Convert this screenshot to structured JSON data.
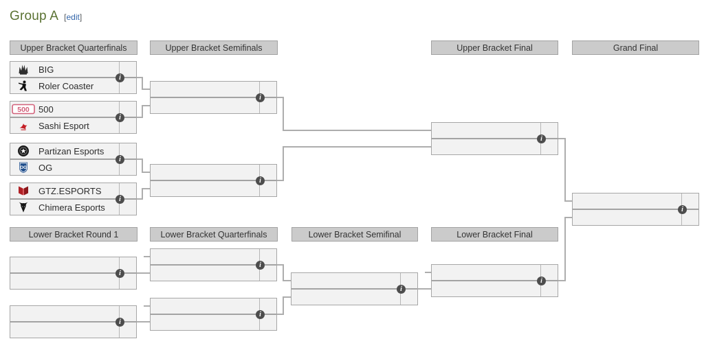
{
  "page": {
    "title": "Group A",
    "edit": "edit",
    "edit_open_bracket": "[",
    "edit_close_bracket": "]"
  },
  "headers": {
    "upper": [
      "Upper Bracket Quarterfinals",
      "Upper Bracket Semifinals",
      "Upper Bracket Final",
      "Grand Final"
    ],
    "lower": [
      "Lower Bracket Round 1",
      "Lower Bracket Quarterfinals",
      "Lower Bracket Semifinal",
      "Lower Bracket Final"
    ]
  },
  "matches": {
    "ub_quarterfinals": [
      {
        "top": {
          "name": "BIG",
          "logo": "big-logo",
          "score": ""
        },
        "bottom": {
          "name": "Roler Coaster",
          "logo": "roler-coaster-logo",
          "score": ""
        }
      },
      {
        "top": {
          "name": "500",
          "logo": "team-500-logo",
          "score": ""
        },
        "bottom": {
          "name": "Sashi Esport",
          "logo": "sashi-esport-logo",
          "score": ""
        }
      },
      {
        "top": {
          "name": "Partizan Esports",
          "logo": "partizan-esports-logo",
          "score": ""
        },
        "bottom": {
          "name": "OG",
          "logo": "og-logo",
          "score": ""
        }
      },
      {
        "top": {
          "name": "GTZ.ESPORTS",
          "logo": "gtz-esports-logo",
          "score": ""
        },
        "bottom": {
          "name": "Chimera Esports",
          "logo": "chimera-esports-logo",
          "score": ""
        }
      }
    ],
    "ub_semifinals": [
      {
        "top": {
          "name": "",
          "score": ""
        },
        "bottom": {
          "name": "",
          "score": ""
        }
      },
      {
        "top": {
          "name": "",
          "score": ""
        },
        "bottom": {
          "name": "",
          "score": ""
        }
      }
    ],
    "ub_final": [
      {
        "top": {
          "name": "",
          "score": ""
        },
        "bottom": {
          "name": "",
          "score": ""
        }
      }
    ],
    "grand_final": [
      {
        "top": {
          "name": "",
          "score": ""
        },
        "bottom": {
          "name": "",
          "score": ""
        }
      }
    ],
    "lb_round1": [
      {
        "top": {
          "name": "",
          "score": ""
        },
        "bottom": {
          "name": "",
          "score": ""
        }
      },
      {
        "top": {
          "name": "",
          "score": ""
        },
        "bottom": {
          "name": "",
          "score": ""
        }
      }
    ],
    "lb_quarterfinals": [
      {
        "top": {
          "name": "",
          "score": ""
        },
        "bottom": {
          "name": "",
          "score": ""
        }
      },
      {
        "top": {
          "name": "",
          "score": ""
        },
        "bottom": {
          "name": "",
          "score": ""
        }
      }
    ],
    "lb_semifinal": [
      {
        "top": {
          "name": "",
          "score": ""
        },
        "bottom": {
          "name": "",
          "score": ""
        }
      }
    ],
    "lb_final": [
      {
        "top": {
          "name": "",
          "score": ""
        },
        "bottom": {
          "name": "",
          "score": ""
        }
      }
    ]
  },
  "icons": {
    "info_glyph": "i"
  },
  "colors": {
    "title_green": "#5a7232",
    "link_blue": "#3366aa",
    "header_bg": "#cbcbcb",
    "box_bg": "#f2f2f2",
    "border_gray": "#a6a6a6",
    "connector_gray": "#adadad",
    "info_icon_bg": "#4d4d4d",
    "logo_red": "#b02025",
    "logo_pink": "#d2607a",
    "logo_blue": "#1f4e8c",
    "logo_dark": "#1a1a1a"
  }
}
